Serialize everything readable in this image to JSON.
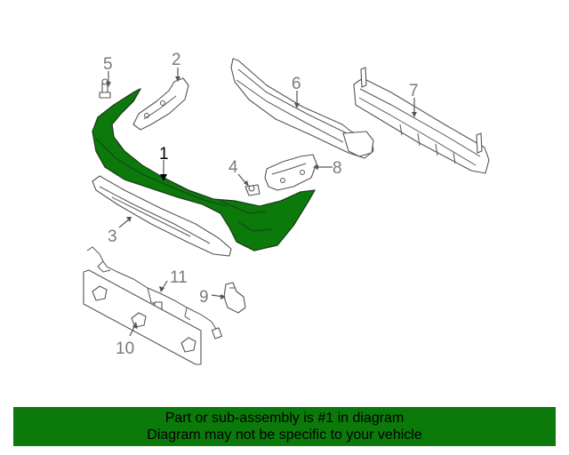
{
  "diagram": {
    "highlight_color": "#0b7a0b",
    "callouts": [
      {
        "id": "1",
        "label": "1"
      },
      {
        "id": "2",
        "label": "2"
      },
      {
        "id": "3",
        "label": "3"
      },
      {
        "id": "4",
        "label": "4"
      },
      {
        "id": "5",
        "label": "5"
      },
      {
        "id": "6",
        "label": "6"
      },
      {
        "id": "7",
        "label": "7"
      },
      {
        "id": "8",
        "label": "8"
      },
      {
        "id": "9",
        "label": "9"
      },
      {
        "id": "10",
        "label": "10"
      },
      {
        "id": "11",
        "label": "11"
      }
    ]
  },
  "banner": {
    "line1": "Part or sub-assembly is #1 in diagram",
    "line2": "Diagram may not be specific to your vehicle",
    "background": "#0b7a0b"
  }
}
